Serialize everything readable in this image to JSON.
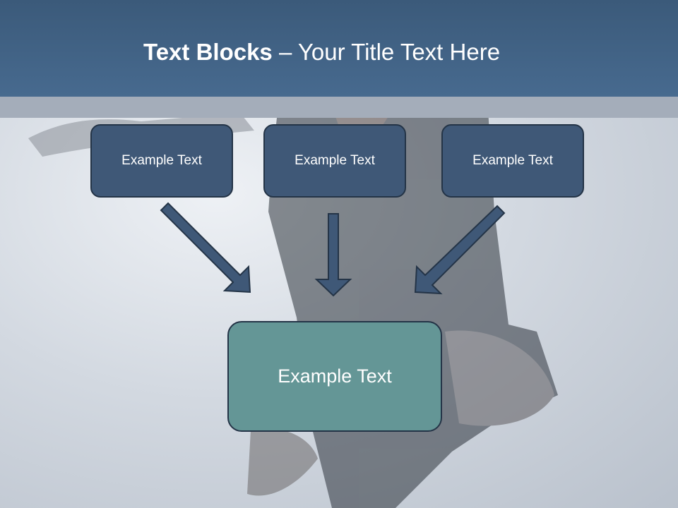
{
  "title": {
    "bold": "Text Blocks",
    "separator": " – ",
    "rest": "Your Title Text Here"
  },
  "blocks": {
    "top": [
      "Example Text",
      "Example Text",
      "Example Text"
    ],
    "bottom": "Example Text"
  },
  "colors": {
    "title_bar": "#476a8f",
    "top_box": "#3f5877",
    "bottom_box": "#649696",
    "outline": "#243447"
  }
}
